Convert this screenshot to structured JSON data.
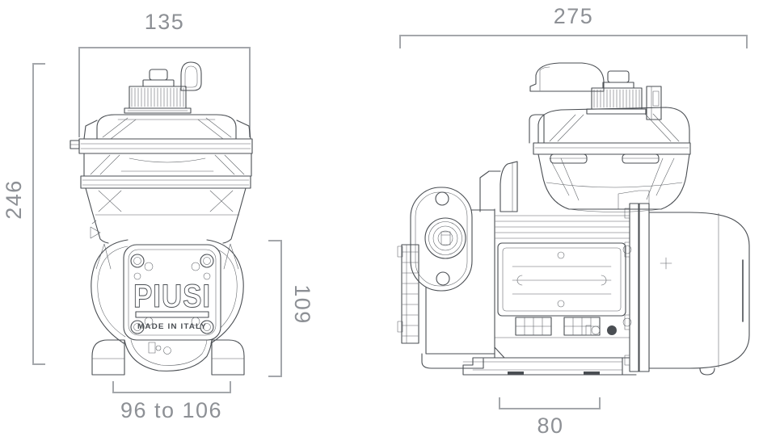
{
  "front_view": {
    "logo_text": "PIUSI",
    "made_in_text": "MADE IN ITALY",
    "dim_width_top": "135",
    "dim_height_left": "246",
    "dim_height_right": "109",
    "dim_width_bottom": "96 to 106"
  },
  "side_view": {
    "dim_width_top": "275",
    "dim_width_bottom": "80"
  },
  "colors": {
    "dimension_text": "#8d9095",
    "dimension_line": "#a4a7ab",
    "drawing_line": "#4a4e53",
    "background": "#ffffff"
  }
}
